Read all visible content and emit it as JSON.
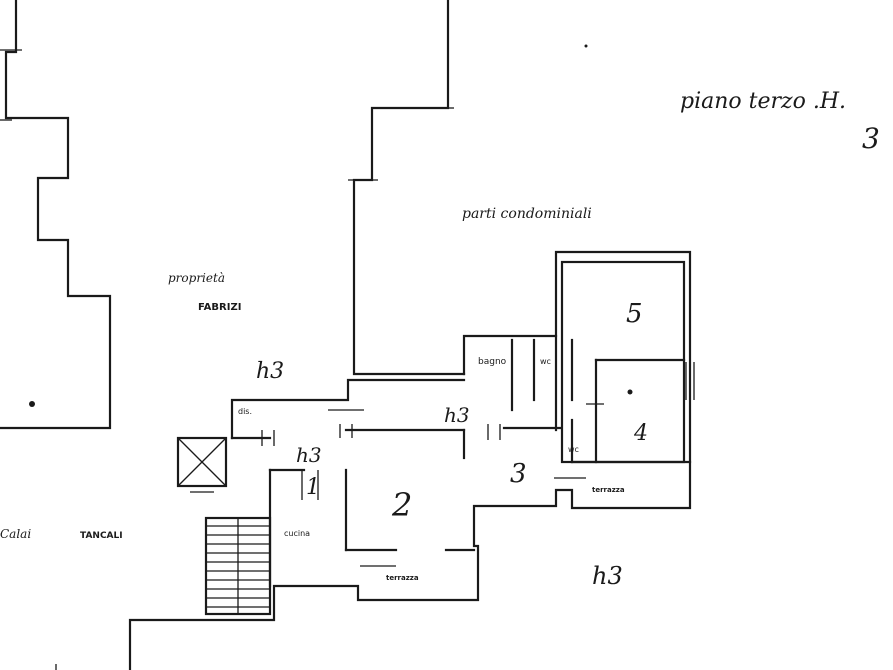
{
  "header": {
    "title": "piano terzo .H.",
    "sheet": "3"
  },
  "labels": {
    "parti_condominiali": "parti condominiali",
    "proprieta": "proprietà",
    "owner": "FABRIZI",
    "owner_left_a": "Calai",
    "owner_left_b": "TANCALI",
    "height_top": "h3",
    "height_mid_a": "h3",
    "height_mid_b": "h3",
    "height_right": "h3"
  },
  "rooms": {
    "r1": "1",
    "r2": "2",
    "r3": "3",
    "r4": "4",
    "r5": "5",
    "bagno": "bagno",
    "wc": "wc",
    "wc2": "wc",
    "disimpegno": "dis.",
    "cucina": "cucina",
    "terrazza_a": "terrazza",
    "terrazza_b": "terrazza"
  }
}
